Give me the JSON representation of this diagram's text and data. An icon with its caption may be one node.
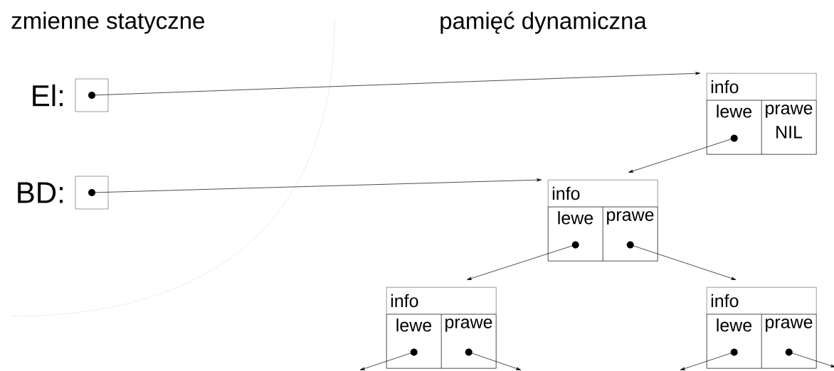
{
  "diagram": {
    "nodes": [
      {
        "text": [],
        "shape": "box",
        "beside": [
          "El:"
        ]
      },
      {
        "text": [],
        "shape": "box",
        "beside": [
          "BD:"
        ]
      },
      {
        "text": [
          "info"
        ]
      },
      {
        "text": [
          "lewe"
        ],
        "in": 2
      },
      {
        "text": [
          "prawe",
          "NIL"
        ],
        "in": 2
      },
      {
        "text": [
          "info"
        ]
      },
      {
        "text": [
          "lewe"
        ],
        "in": 5
      },
      {
        "text": [
          "prawe"
        ],
        "in": 5
      },
      {
        "text": [
          "info"
        ]
      },
      {
        "text": [
          "lewe"
        ],
        "in": 8
      },
      {
        "text": [
          "prawe"
        ],
        "in": 8
      },
      {
        "text": [
          "info"
        ]
      },
      {
        "text": [
          "lewe"
        ],
        "in": 11
      },
      {
        "text": [
          "prawe"
        ],
        "in": 11
      }
    ],
    "edges": [
      {
        "from": 0,
        "to": 2,
        "arrow": "to"
      },
      {
        "from": 1,
        "to": 5,
        "arrow": "to"
      },
      {
        "from": 3,
        "to": 5,
        "arrow": "to"
      },
      {
        "from": 6,
        "to": 8,
        "arrow": "to"
      },
      {
        "from": 7,
        "to": 11,
        "arrow": "to"
      },
      {
        "from": 9,
        "to": null,
        "arrow": "to"
      },
      {
        "from": 10,
        "to": null,
        "arrow": "to"
      },
      {
        "from": 12,
        "to": null,
        "arrow": "to"
      },
      {
        "from": 13,
        "to": null,
        "arrow": "to"
      }
    ],
    "labels": [
      "zmienne statyczne",
      "pamięć dynamiczna"
    ]
  }
}
